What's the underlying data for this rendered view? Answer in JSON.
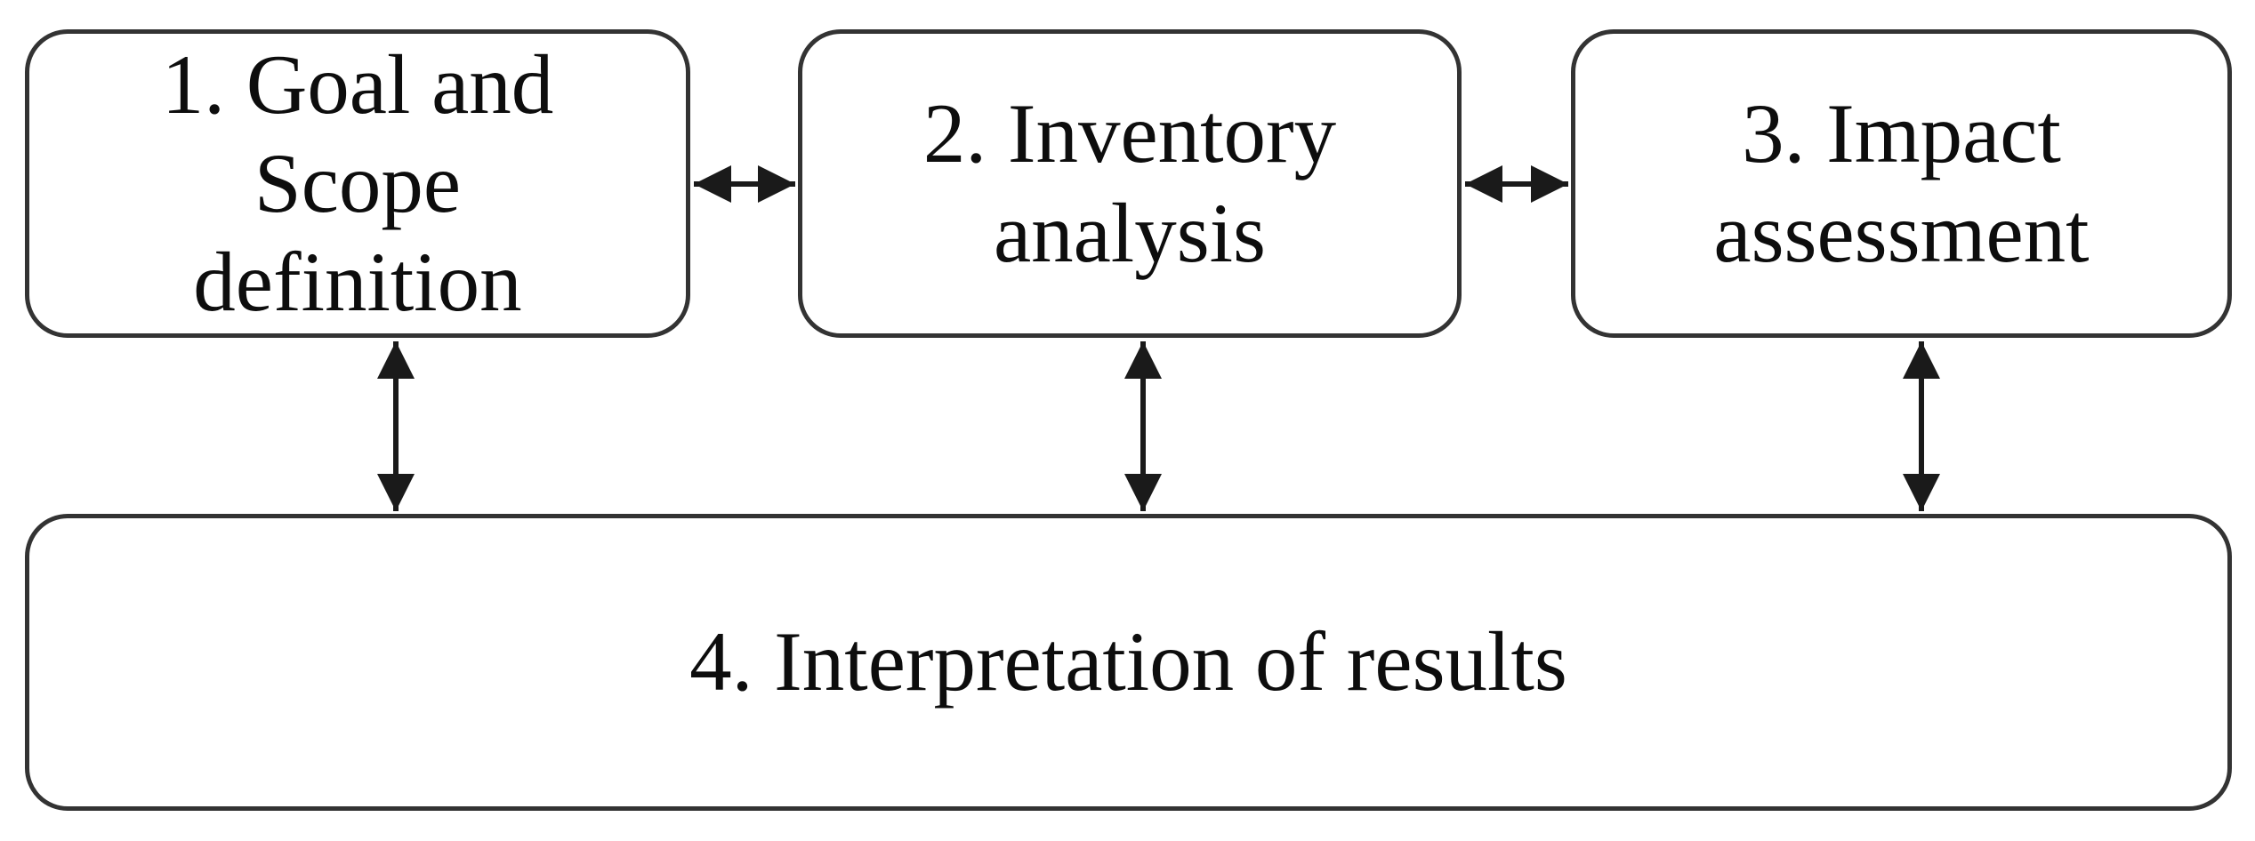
{
  "colors": {
    "background": "#ffffff",
    "box_fill": "#ffffff",
    "box_border": "#333333",
    "text": "#0d0d0d",
    "arrow": "#1a1a1a"
  },
  "diagram": {
    "type": "flowchart",
    "nodes": [
      {
        "id": "goal-scope",
        "label": "1. Goal and\nScope\ndefinition"
      },
      {
        "id": "inventory",
        "label": "2. Inventory\nanalysis"
      },
      {
        "id": "impact",
        "label": "3. Impact\nassessment"
      },
      {
        "id": "interpretation",
        "label": "4. Interpretation of results"
      }
    ],
    "edges": [
      {
        "from": "goal-scope",
        "to": "inventory",
        "bidirectional": true
      },
      {
        "from": "inventory",
        "to": "impact",
        "bidirectional": true
      },
      {
        "from": "goal-scope",
        "to": "interpretation",
        "bidirectional": true
      },
      {
        "from": "inventory",
        "to": "interpretation",
        "bidirectional": true
      },
      {
        "from": "impact",
        "to": "interpretation",
        "bidirectional": true
      }
    ]
  }
}
